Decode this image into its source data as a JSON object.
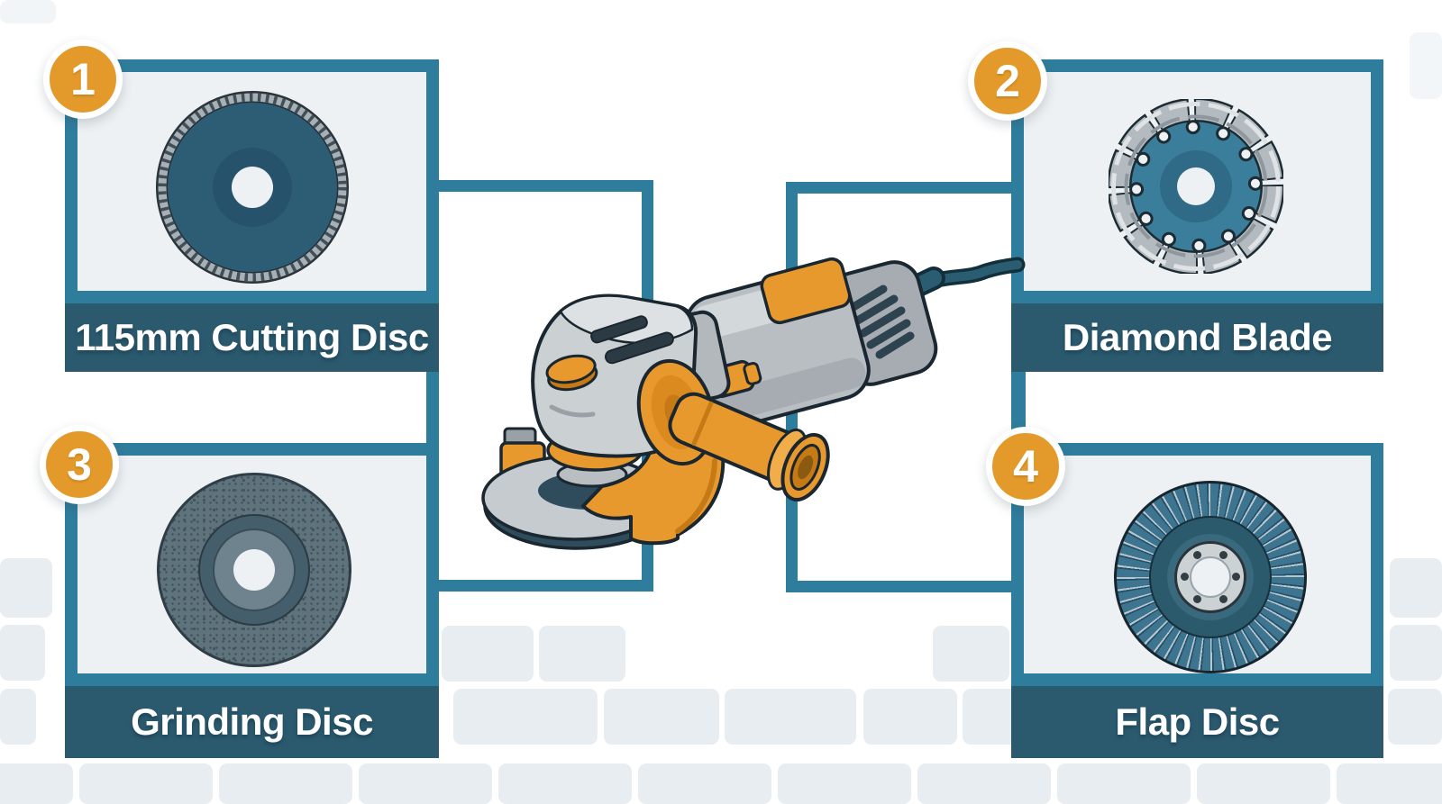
{
  "panels": [
    {
      "badge": "1",
      "label": "115mm Cutting Disc",
      "icon": "cutting-disc"
    },
    {
      "badge": "2",
      "label": "Diamond Blade",
      "icon": "diamond-blade"
    },
    {
      "badge": "3",
      "label": "Grinding Disc",
      "icon": "grinding-disc"
    },
    {
      "badge": "4",
      "label": "Flap Disc",
      "icon": "flap-disc"
    }
  ],
  "center_illustration": "angle-grinder",
  "colors": {
    "frame_teal": "#2f7d9c",
    "label_bar_teal": "#2b5a6f",
    "panel_background": "#edf1f4",
    "badge_orange": "#e49a2b",
    "grinder_orange": "#e8992e",
    "brick_gray": "#e8edf1",
    "cord_teal": "#2a5d72"
  }
}
